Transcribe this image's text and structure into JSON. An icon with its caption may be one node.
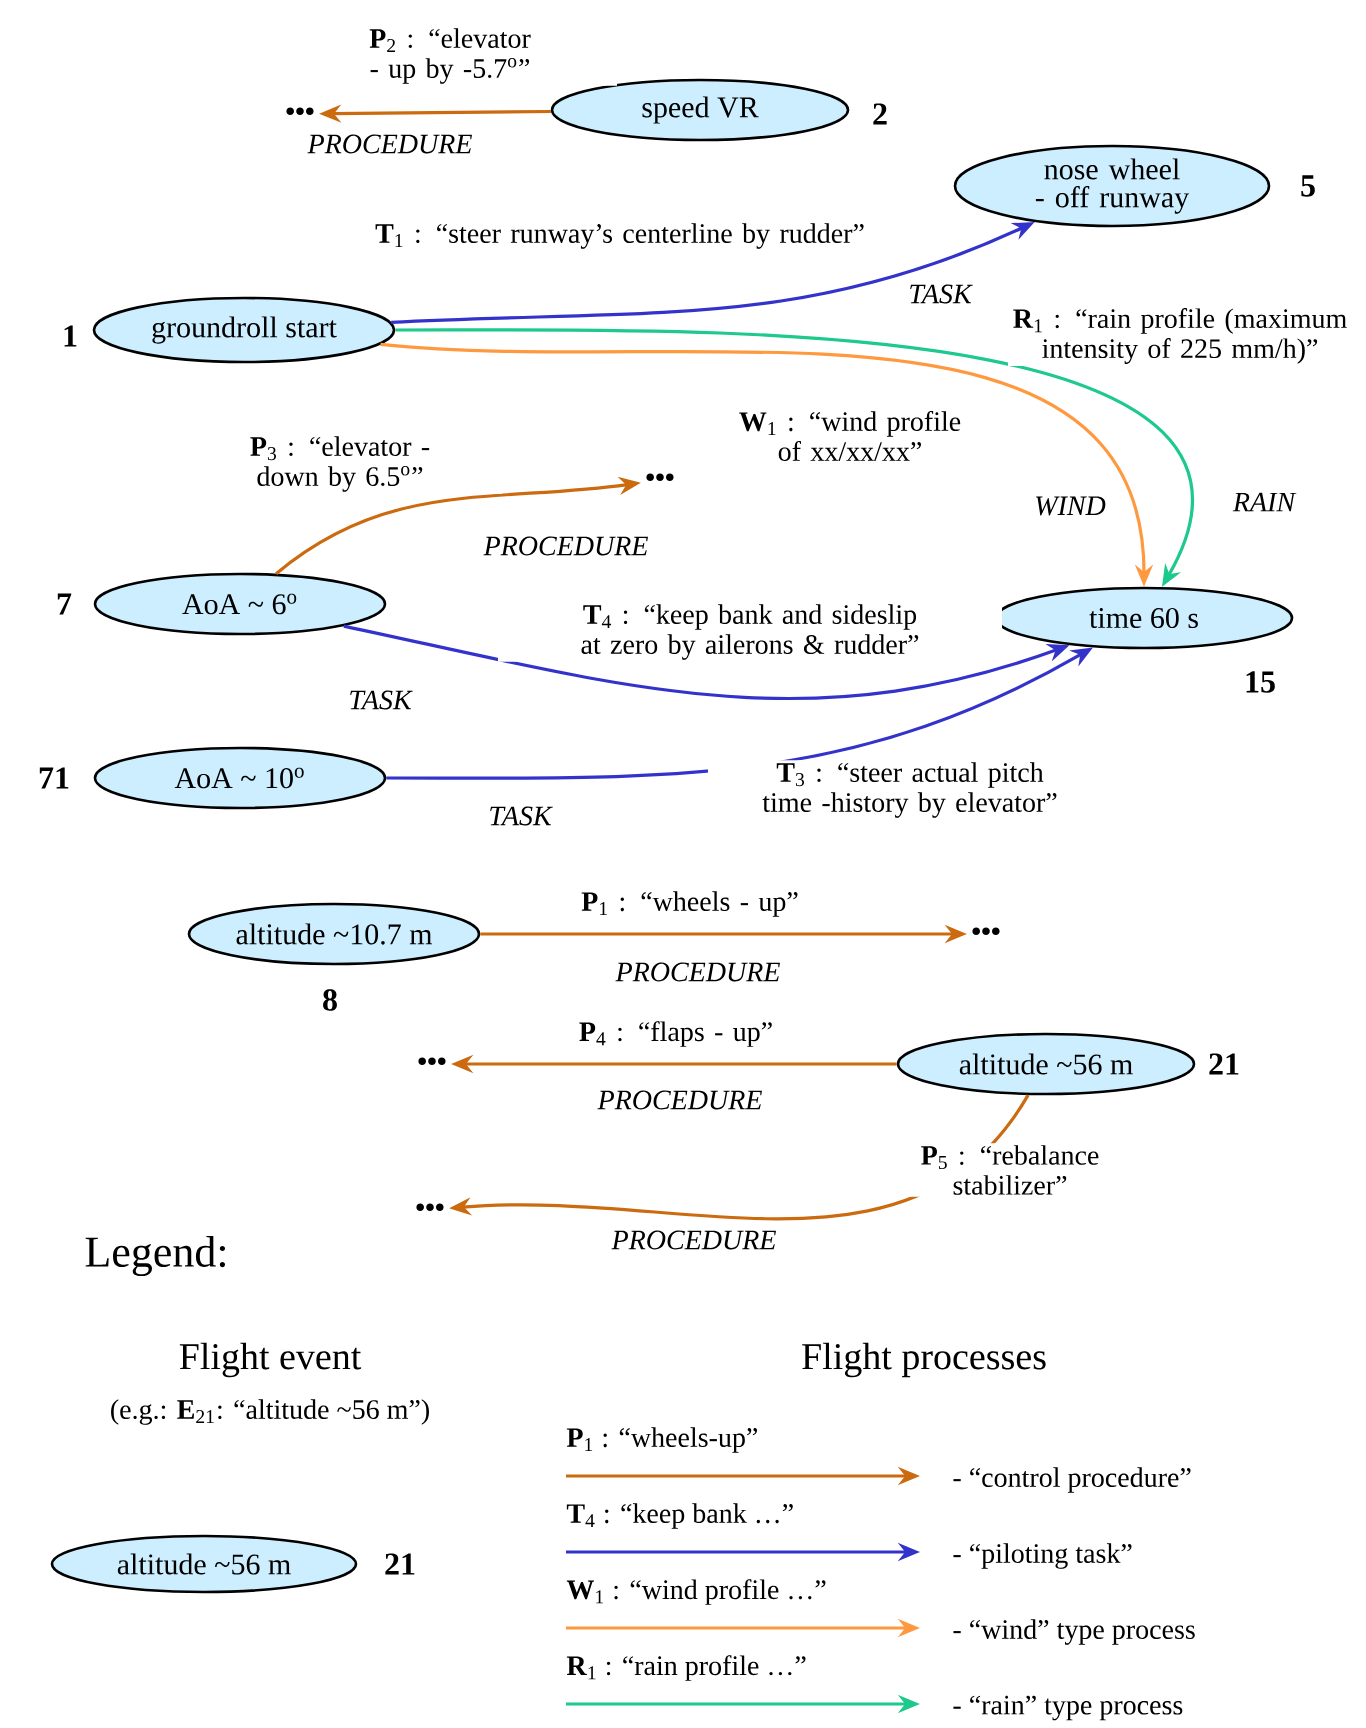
{
  "diagram": {
    "nodes": [
      {
        "text": [
          "•••"
        ]
      },
      {
        "text": [
          "speed VR"
        ],
        "beside": [
          "2"
        ]
      },
      {
        "text": [
          "nose wheel - off runway"
        ],
        "beside": [
          "5"
        ]
      },
      {
        "text": [
          "groundroll start"
        ],
        "beside": [
          "1"
        ]
      },
      {
        "text": [
          "•••"
        ]
      },
      {
        "text": [
          "AoA ~ 6$^{o}$"
        ],
        "beside": [
          "7"
        ]
      },
      {
        "text": [
          "time 60 s"
        ],
        "beside": [
          "15"
        ]
      },
      {
        "text": [
          "AoA ~ 10$^{o}$"
        ],
        "beside": [
          "71"
        ]
      },
      {
        "text": [
          "altitude ~10.7 m"
        ],
        "beside": [
          "8"
        ]
      },
      {
        "text": [
          "•••"
        ]
      },
      {
        "text": [
          "•••"
        ]
      },
      {
        "text": [
          "altitude ~56 m"
        ],
        "beside": [
          "21"
        ]
      },
      {
        "text": [
          "•••"
        ]
      },
      {
        "text": [
          "altitude ~56 m"
        ],
        "beside": [
          "21"
        ]
      }
    ],
    "edges": [
      {
        "from": 1,
        "to": 0,
        "arrow": "to",
        "label": "**P**$_{2}$ : “elevator - up by -5.7$^{o}$”"
      },
      {
        "from": 3,
        "to": 2,
        "arrow": "to",
        "color": "#3333cc",
        "label": "**T**$_{1}$ : “steer runway’s centerline by rudder”"
      },
      {
        "from": 3,
        "to": 6,
        "arrow": "to",
        "color": "#1dc98c",
        "label": "**R**$_{1}$ : “rain profile (maximum intensity of 225 mm/h)”"
      },
      {
        "from": 3,
        "to": 6,
        "arrow": "to",
        "color": "#ff9940",
        "label": "**W**$_{1}$ : “wind profile of xx/xx/xx”"
      },
      {
        "from": 5,
        "to": 4,
        "arrow": "to",
        "label": "**P**$_{3}$ : “elevator - down by 6.5$^{o}$”"
      },
      {
        "from": 5,
        "to": 6,
        "arrow": "to",
        "color": "#3333cc",
        "label": "**T**$_{4}$ : “keep bank and sideslip at zero by ailerons & rudder”"
      },
      {
        "from": 7,
        "to": 6,
        "arrow": "to",
        "color": "#3333cc",
        "label": "**T**$_{3}$ : “steer actual pitch time -history by elevator”"
      },
      {
        "from": 8,
        "to": 9,
        "arrow": "to",
        "label": "**P**$_{1}$ : “wheels - up”"
      },
      {
        "from": 11,
        "to": 10,
        "arrow": "to",
        "label": "**P**$_{4}$ : “flaps - up”"
      },
      {
        "from": 11,
        "to": 12,
        "arrow": "to",
        "label": "**P**$_{5}$ : “rebalance stabilizer”"
      }
    ],
    "labels": [
      "PROCEDURE",
      "TASK",
      "WIND",
      "RAIN",
      "PROCEDURE",
      "TASK",
      "TASK",
      "PROCEDURE",
      "PROCEDURE",
      "PROCEDURE",
      "Legend:",
      "Flight event",
      "(e.g.: **E**$_{21}$: “altitude ~56 m”)",
      "Flight processes",
      "**P**$_{1}$ : “wheels-up”",
      "**T**$_{4}$ : “keep bank …”",
      "**W**$_{1}$ : “wind profile …”",
      "**R**$_{1}$ : “rain profile …”"
    ],
    "legend": [
      {
        "text": "- “control procedure”"
      },
      {
        "text": "- “piloting task”"
      },
      {
        "text": "- “wind” type process"
      },
      {
        "text": "- “rain” type process"
      }
    ]
  }
}
